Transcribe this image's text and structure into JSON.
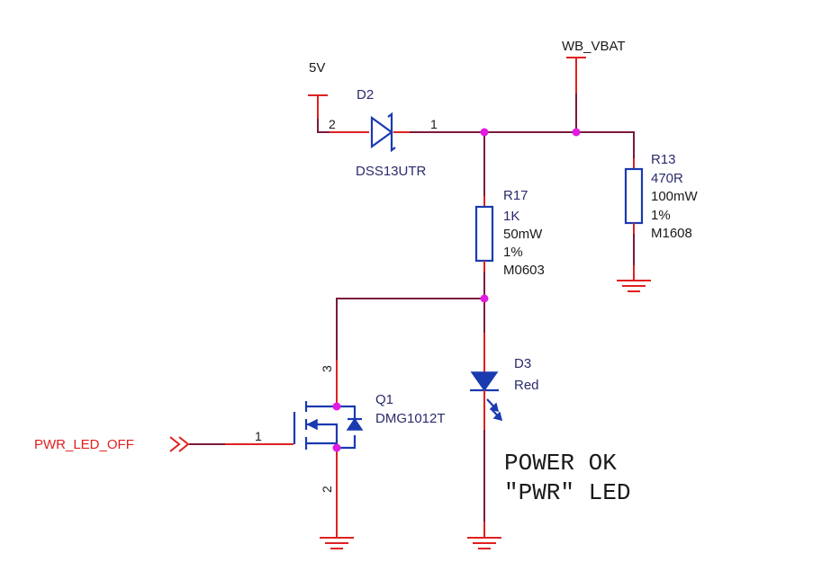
{
  "power_5v": "5V",
  "power_wbvat": "WB_VBAT",
  "d2": {
    "ref": "D2",
    "value": "DSS13UTR",
    "pin_anode": "2",
    "pin_cathode": "1"
  },
  "r17": {
    "ref": "R17",
    "value": "1K",
    "power": "50mW",
    "tolerance": "1%",
    "package": "M0603"
  },
  "r13": {
    "ref": "R13",
    "value": "470R",
    "power": "100mW",
    "tolerance": "1%",
    "package": "M1608"
  },
  "d3": {
    "ref": "D3",
    "value": "Red"
  },
  "q1": {
    "ref": "Q1",
    "value": "DMG1012T",
    "pin_gate": "1",
    "pin_source": "2",
    "pin_drain": "3"
  },
  "net_pwr_led_off": "PWR_LED_OFF",
  "note": {
    "line1": "POWER OK",
    "line2": "\"PWR\" LED"
  },
  "colors": {
    "wire": "#7a1a3a",
    "component": "#1a3ab0",
    "pin": "#e02020",
    "junction": "#e21ae2"
  }
}
